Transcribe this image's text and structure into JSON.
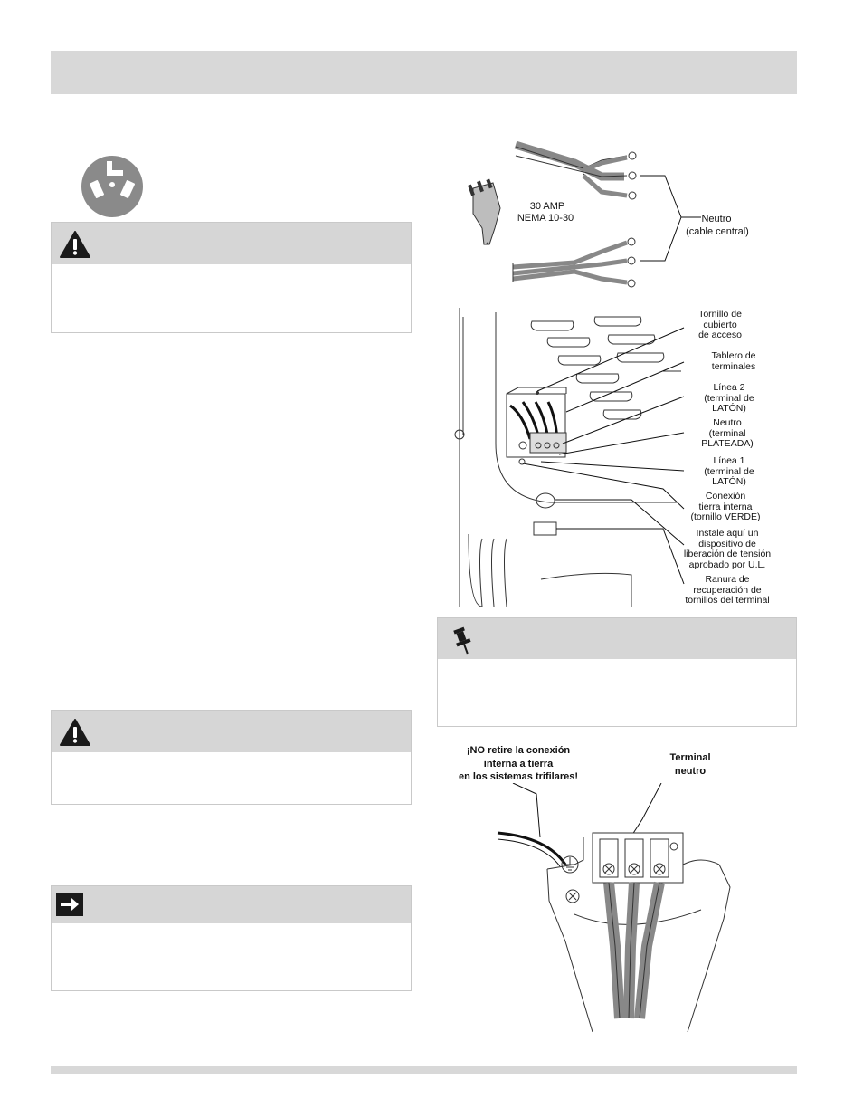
{
  "cord_figure": {
    "amp_label": "30 AMP",
    "nema_label": "NEMA 10-30",
    "neutral_label": "Neutro",
    "neutral_sub": "(cable central)"
  },
  "terminal_figure": {
    "labels": [
      [
        "Tornillo de",
        "cubierto",
        "de acceso"
      ],
      [
        "Tablero de",
        "terminales"
      ],
      [
        "Línea 2",
        "(terminal de",
        "LATÓN)"
      ],
      [
        "Neutro",
        "(terminal",
        "PLATEADA)"
      ],
      [
        "Línea 1",
        "(terminal de",
        "LATÓN)"
      ],
      [
        "Conexión",
        "tierra interna",
        "(tornillo VERDE)"
      ],
      [
        "Instale aquí un",
        "dispositivo de",
        "liberación de tensión",
        "aprobado por U.L."
      ],
      [
        "Ranura de",
        "recuperación de",
        "tornillos del terminal"
      ]
    ]
  },
  "ground_figure": {
    "warning_label": [
      "¡NO retire la conexión",
      "interna a tierra",
      "en los sistemas trifilares!"
    ],
    "neutral_label": [
      "Terminal",
      "neutro"
    ]
  },
  "colors": {
    "header_gray": "#d8d8d8",
    "box_border": "#c9c9c9",
    "icon_dark": "#1a1a1a"
  }
}
